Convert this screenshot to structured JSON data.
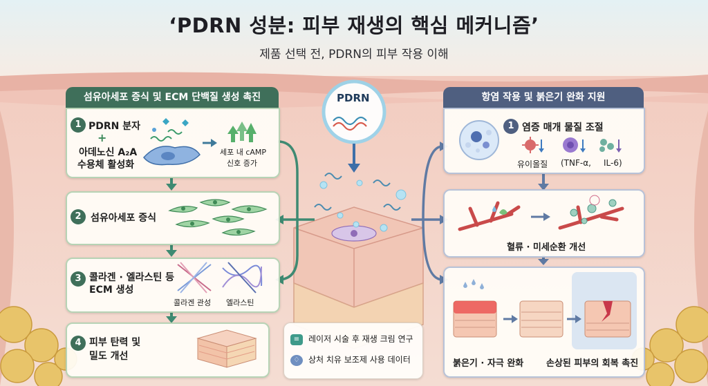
{
  "title": "‘PDRN 성분: 피부 재생의 핵심 메커니즘’",
  "subtitle": "제품 선택 전, PDRN의 피부 작용 이해",
  "center": {
    "label": "PDRN"
  },
  "left_panel": {
    "header": "섬유아세포 증식 및 ECM 단백질 생성 촉진",
    "steps": [
      {
        "num": "1",
        "line1": "PDRN 분자",
        "plus": "+",
        "line2": "아데노신 A₂A",
        "line3": "수용체 활성화",
        "result": "세포 내 cAMP",
        "result2": "신호 증가"
      },
      {
        "num": "2",
        "label": "섬유아세포 증식"
      },
      {
        "num": "3",
        "line1": "콜라겐 · 엘라스틴 등",
        "line2": "ECM 생성",
        "cap1": "콜라겐 관성",
        "cap2": "엘라스틴"
      },
      {
        "num": "4",
        "line1": "피부 탄력 및",
        "line2": "밀도 개선"
      }
    ]
  },
  "right_panel": {
    "header": "항염 작용 및 붉은기 완화 지원",
    "steps": [
      {
        "num": "1",
        "label": "염증 매개 물질 조절",
        "m1": "유이올질",
        "m2": "(TNF-α,",
        "m3": "IL-6)"
      },
      {
        "label": "혈류 · 미세순환 개선"
      },
      {
        "label1": "붉은기 · 자극 완화",
        "label2": "손상된 피부의 회복 촉진"
      }
    ]
  },
  "legend": {
    "item1": "레이저 시술 후 재생 크림 연구",
    "item2": "상처 치유 보조제 사용 데이터"
  },
  "colors": {
    "green": "#3f6f5a",
    "blue": "#4f5f80",
    "arrow_green": "#3e8a72",
    "arrow_blue": "#5f7aa3"
  }
}
